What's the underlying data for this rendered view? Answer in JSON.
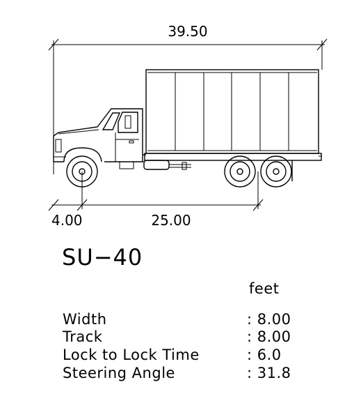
{
  "dimensions": {
    "overall_length": "39.50",
    "front_overhang": "4.00",
    "wheelbase": "25.00"
  },
  "vehicle_name": "SU−40",
  "units_label": "feet",
  "specs": [
    {
      "label": "Width",
      "value": ": 8.00"
    },
    {
      "label": "Track",
      "value": ": 8.00"
    },
    {
      "label": "Lock to Lock Time",
      "value": ": 6.0"
    },
    {
      "label": "Steering Angle",
      "value": ": 31.8"
    }
  ]
}
